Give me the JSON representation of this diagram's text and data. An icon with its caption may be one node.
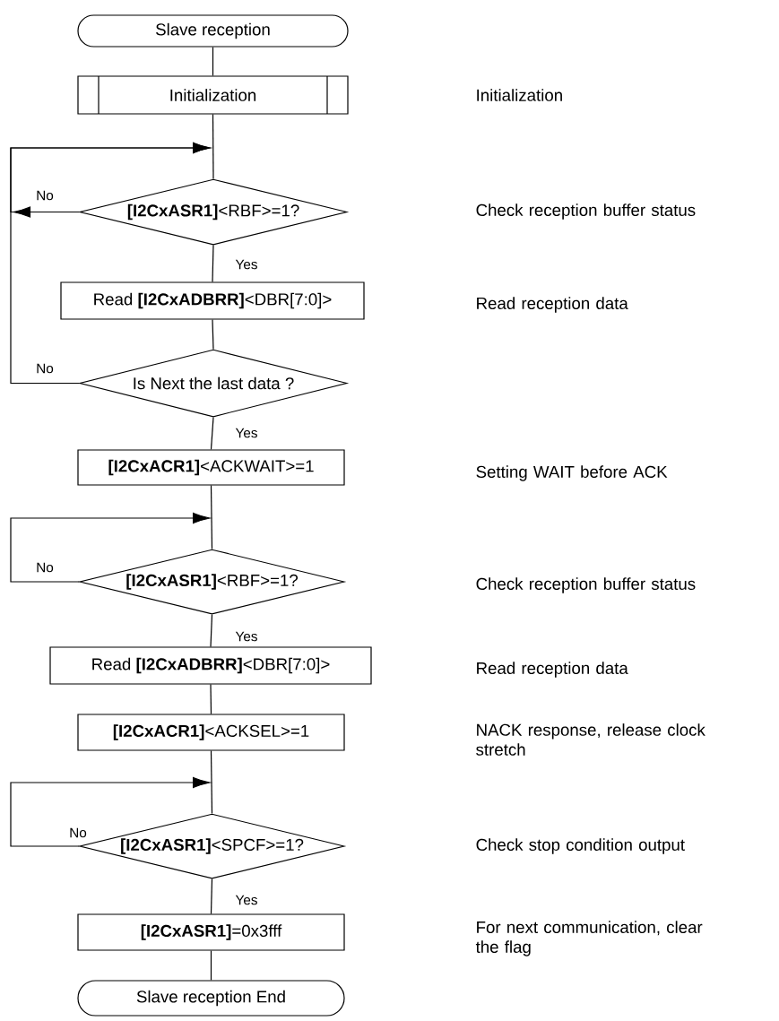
{
  "diagram": {
    "nodes": [
      {
        "text": [
          "Slave reception"
        ]
      },
      {
        "text": [
          "Initialization"
        ]
      },
      {
        "text": [
          "**[I2CxASR1]**<RBF>=1?"
        ]
      },
      {
        "text": [
          "Read **[I2CxADBRR]**<DBR[7:0]>"
        ]
      },
      {
        "text": [
          "Is Next the last data ?"
        ]
      },
      {
        "text": [
          "**[I2CxACR1]**<ACKWAIT>=1"
        ]
      },
      {
        "text": [
          "**[I2CxASR1]**<RBF>=1?"
        ]
      },
      {
        "text": [
          "Read **[I2CxADBRR]**<DBR[7:0]>"
        ]
      },
      {
        "text": [
          "**[I2CxACR1]**<ACKSEL>=1"
        ]
      },
      {
        "text": [
          "**[I2CxASR1]**<SPCF>=1?"
        ]
      },
      {
        "text": [
          "**[I2CxASR1]**=0x3fff"
        ]
      },
      {
        "text": [
          "Slave reception End"
        ]
      }
    ],
    "edges": [
      {
        "from": 0,
        "to": 1,
        "arrow": "none"
      },
      {
        "from": 1,
        "to": 2,
        "arrow": "none"
      },
      {
        "from": 2,
        "to": 2,
        "arrow": "to",
        "label": "No"
      },
      {
        "from": 2,
        "to": 3,
        "arrow": "none",
        "label": "Yes"
      },
      {
        "from": 3,
        "to": 4,
        "arrow": "none"
      },
      {
        "from": 4,
        "to": 2,
        "arrow": "to",
        "label": "No"
      },
      {
        "from": 4,
        "to": 5,
        "arrow": "none",
        "label": "Yes"
      },
      {
        "from": 5,
        "to": 6,
        "arrow": "none"
      },
      {
        "from": 6,
        "to": 6,
        "arrow": "to",
        "label": "No"
      },
      {
        "from": 6,
        "to": 7,
        "arrow": "none",
        "label": "Yes"
      },
      {
        "from": 7,
        "to": 8,
        "arrow": "none"
      },
      {
        "from": 8,
        "to": 9,
        "arrow": "none"
      },
      {
        "from": 9,
        "to": 9,
        "arrow": "to",
        "label": "No"
      },
      {
        "from": 9,
        "to": 10,
        "arrow": "none",
        "label": "Yes"
      },
      {
        "from": 10,
        "to": 11,
        "arrow": "none"
      }
    ],
    "labels": [
      "Initialization",
      "Check reception buffer status",
      "Read  reception data",
      "Setting WAIT before ACK",
      "Check reception buffer status",
      "Read reception data",
      "NACK response, release clock stretch",
      "Check stop condition output",
      "For next communication, clear the flag"
    ]
  }
}
